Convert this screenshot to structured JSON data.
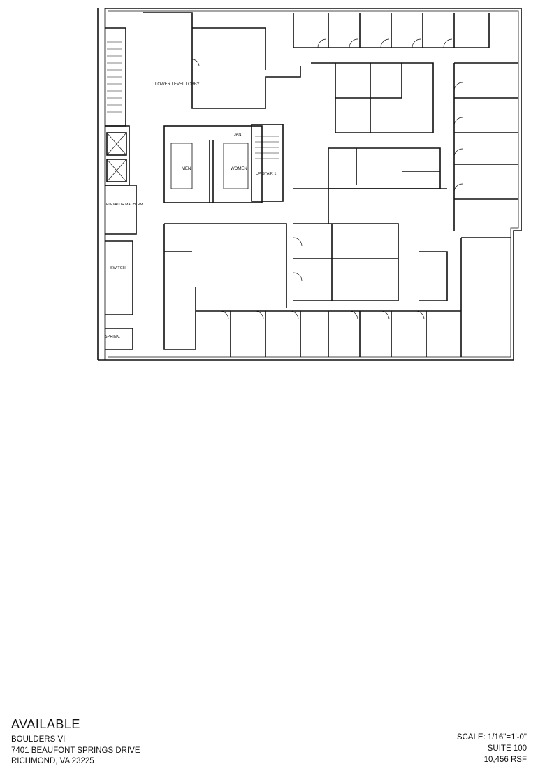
{
  "plan": {
    "room_labels": {
      "lobby": "LOWER LEVEL LOBBY",
      "mens": "MEN",
      "womens": "WOMEN",
      "janitor": "JAN.",
      "elevator_machine": "ELEVATOR MACH. RM.",
      "switch": "SWITCH",
      "sprinkler": "SPRINK.",
      "stair": "UP STAIR 1"
    }
  },
  "footer": {
    "status": "AVAILABLE",
    "building_name": "BOULDERS VI",
    "street": "7401 BEAUFONT SPRINGS DRIVE",
    "city": "RICHMOND, VA 23225",
    "scale": "SCALE: 1/16\"=1'-0\"",
    "suite": "SUITE 100",
    "area": "10,456 RSF"
  }
}
